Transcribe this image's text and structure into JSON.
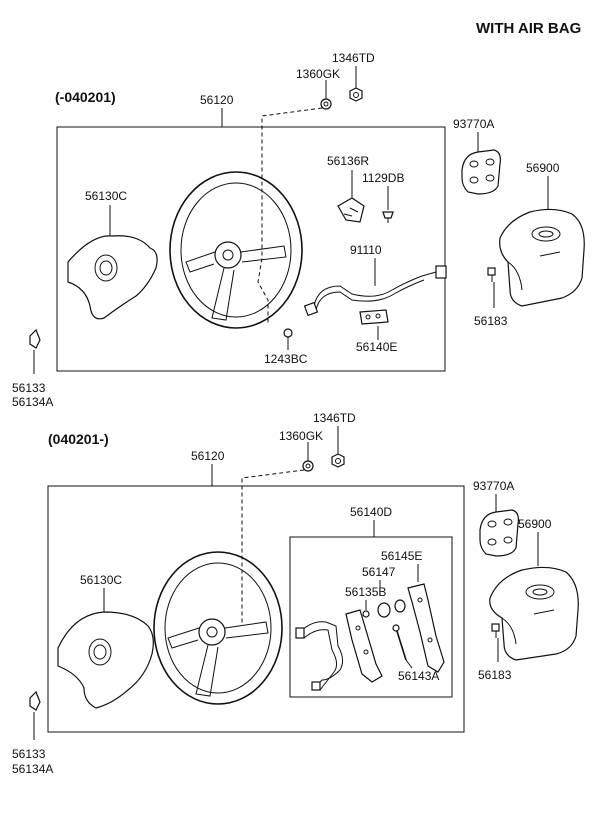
{
  "header": {
    "title": "WITH AIR BAG"
  },
  "section_top": {
    "range_label": "(-040201)",
    "parts": {
      "nut": "1346TD",
      "washer": "1360GK",
      "wheel": "56120",
      "pad": "56130C",
      "bracket": "56136R",
      "screw": "1129DB",
      "harness": "91110",
      "switch_plate": "56140E",
      "bolt": "1243BC",
      "remote_switch": "93770A",
      "airbag_module": "56900",
      "airbag_bolt": "56183",
      "cap_a": "56133",
      "cap_b": "56134A"
    }
  },
  "section_bottom": {
    "range_label": "(040201-)",
    "parts": {
      "nut": "1346TD",
      "washer": "1360GK",
      "wheel": "56120",
      "switch_assy": "56140D",
      "contact": "56145E",
      "spring": "56147",
      "bushing": "56135B",
      "pin": "56143A",
      "pad": "56130C",
      "remote_switch": "93770A",
      "airbag_module": "56900",
      "airbag_bolt": "56183",
      "cap_a": "56133",
      "cap_b": "56134A"
    }
  }
}
